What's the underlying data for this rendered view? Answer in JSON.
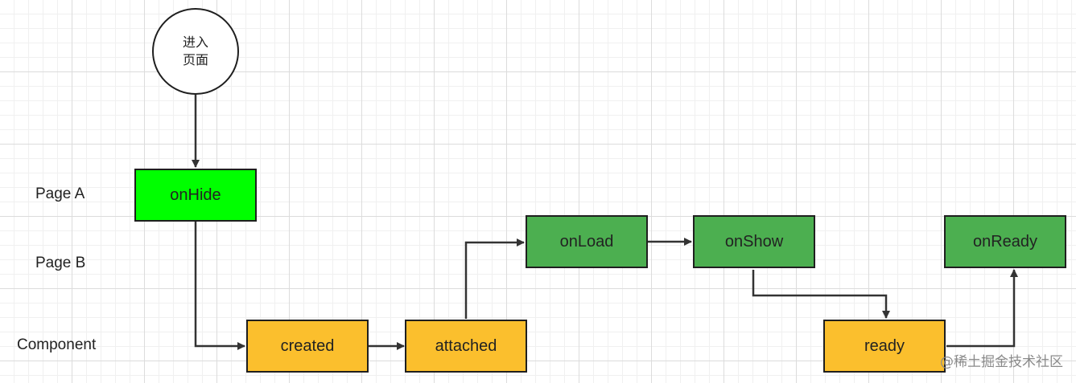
{
  "start": {
    "line1": "进入",
    "line2": "页面"
  },
  "lanes": {
    "page_a": "Page A",
    "page_b": "Page B",
    "component": "Component"
  },
  "nodes": {
    "onHide": "onHide",
    "created": "created",
    "attached": "attached",
    "onLoad": "onLoad",
    "onShow": "onShow",
    "ready": "ready",
    "onReady": "onReady"
  },
  "colors": {
    "page_a": "#00ff00",
    "page_b": "#4caf50",
    "component": "#fbbf2d",
    "edge": "#333333"
  },
  "watermark": "@稀土掘金技术社区"
}
